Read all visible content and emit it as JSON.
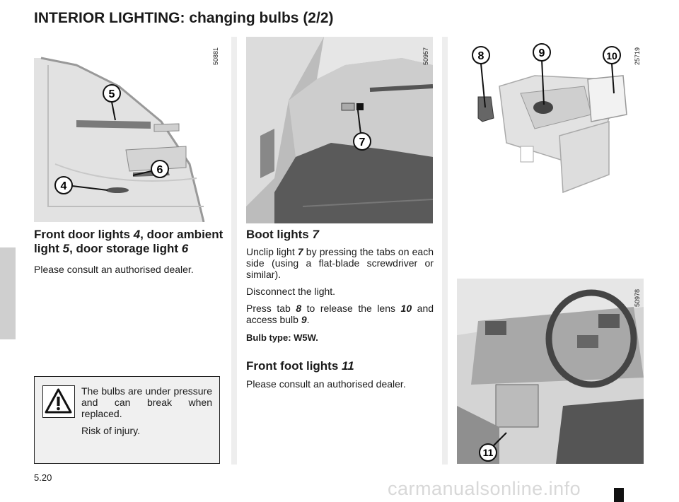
{
  "page": {
    "title": "INTERIOR LIGHTING: changing bulbs (2/2)",
    "page_number": "5.20",
    "watermark": "carmanualsonline.info"
  },
  "figures": {
    "door": {
      "ref": "50881",
      "callouts": [
        "5",
        "6",
        "4"
      ]
    },
    "boot": {
      "ref": "50957",
      "callouts": [
        "7"
      ]
    },
    "lamp": {
      "ref": "25719",
      "callouts": [
        "8",
        "9",
        "10"
      ]
    },
    "footwell": {
      "ref": "50978",
      "callouts": [
        "11"
      ]
    }
  },
  "front_door": {
    "heading_a": "Front door lights ",
    "heading_a_num": "4",
    "heading_b": ", door ambient light ",
    "heading_b_num": "5",
    "heading_c": ", door storage light ",
    "heading_c_num": "6",
    "body": "Please consult an authorised dealer."
  },
  "warning": {
    "icon": "warning-triangle-icon",
    "line1": "The bulbs are under pressure and can break when replaced.",
    "line2": "Risk of injury."
  },
  "boot": {
    "heading": "Boot lights ",
    "heading_num": "7",
    "p1_a": "Unclip light ",
    "p1_num": "7",
    "p1_b": " by pressing the tabs on each side (using a flat-blade screwdriver or similar).",
    "p2": "Disconnect the light.",
    "p3_a": "Press tab ",
    "p3_num1": "8",
    "p3_b": " to release the lens ",
    "p3_num2": "10",
    "p3_c": " and access bulb ",
    "p3_num3": "9",
    "p3_d": ".",
    "bulb_type": "Bulb type: W5W."
  },
  "foot": {
    "heading": "Front foot lights ",
    "heading_num": "11",
    "body": "Please consult an authorised dealer."
  }
}
